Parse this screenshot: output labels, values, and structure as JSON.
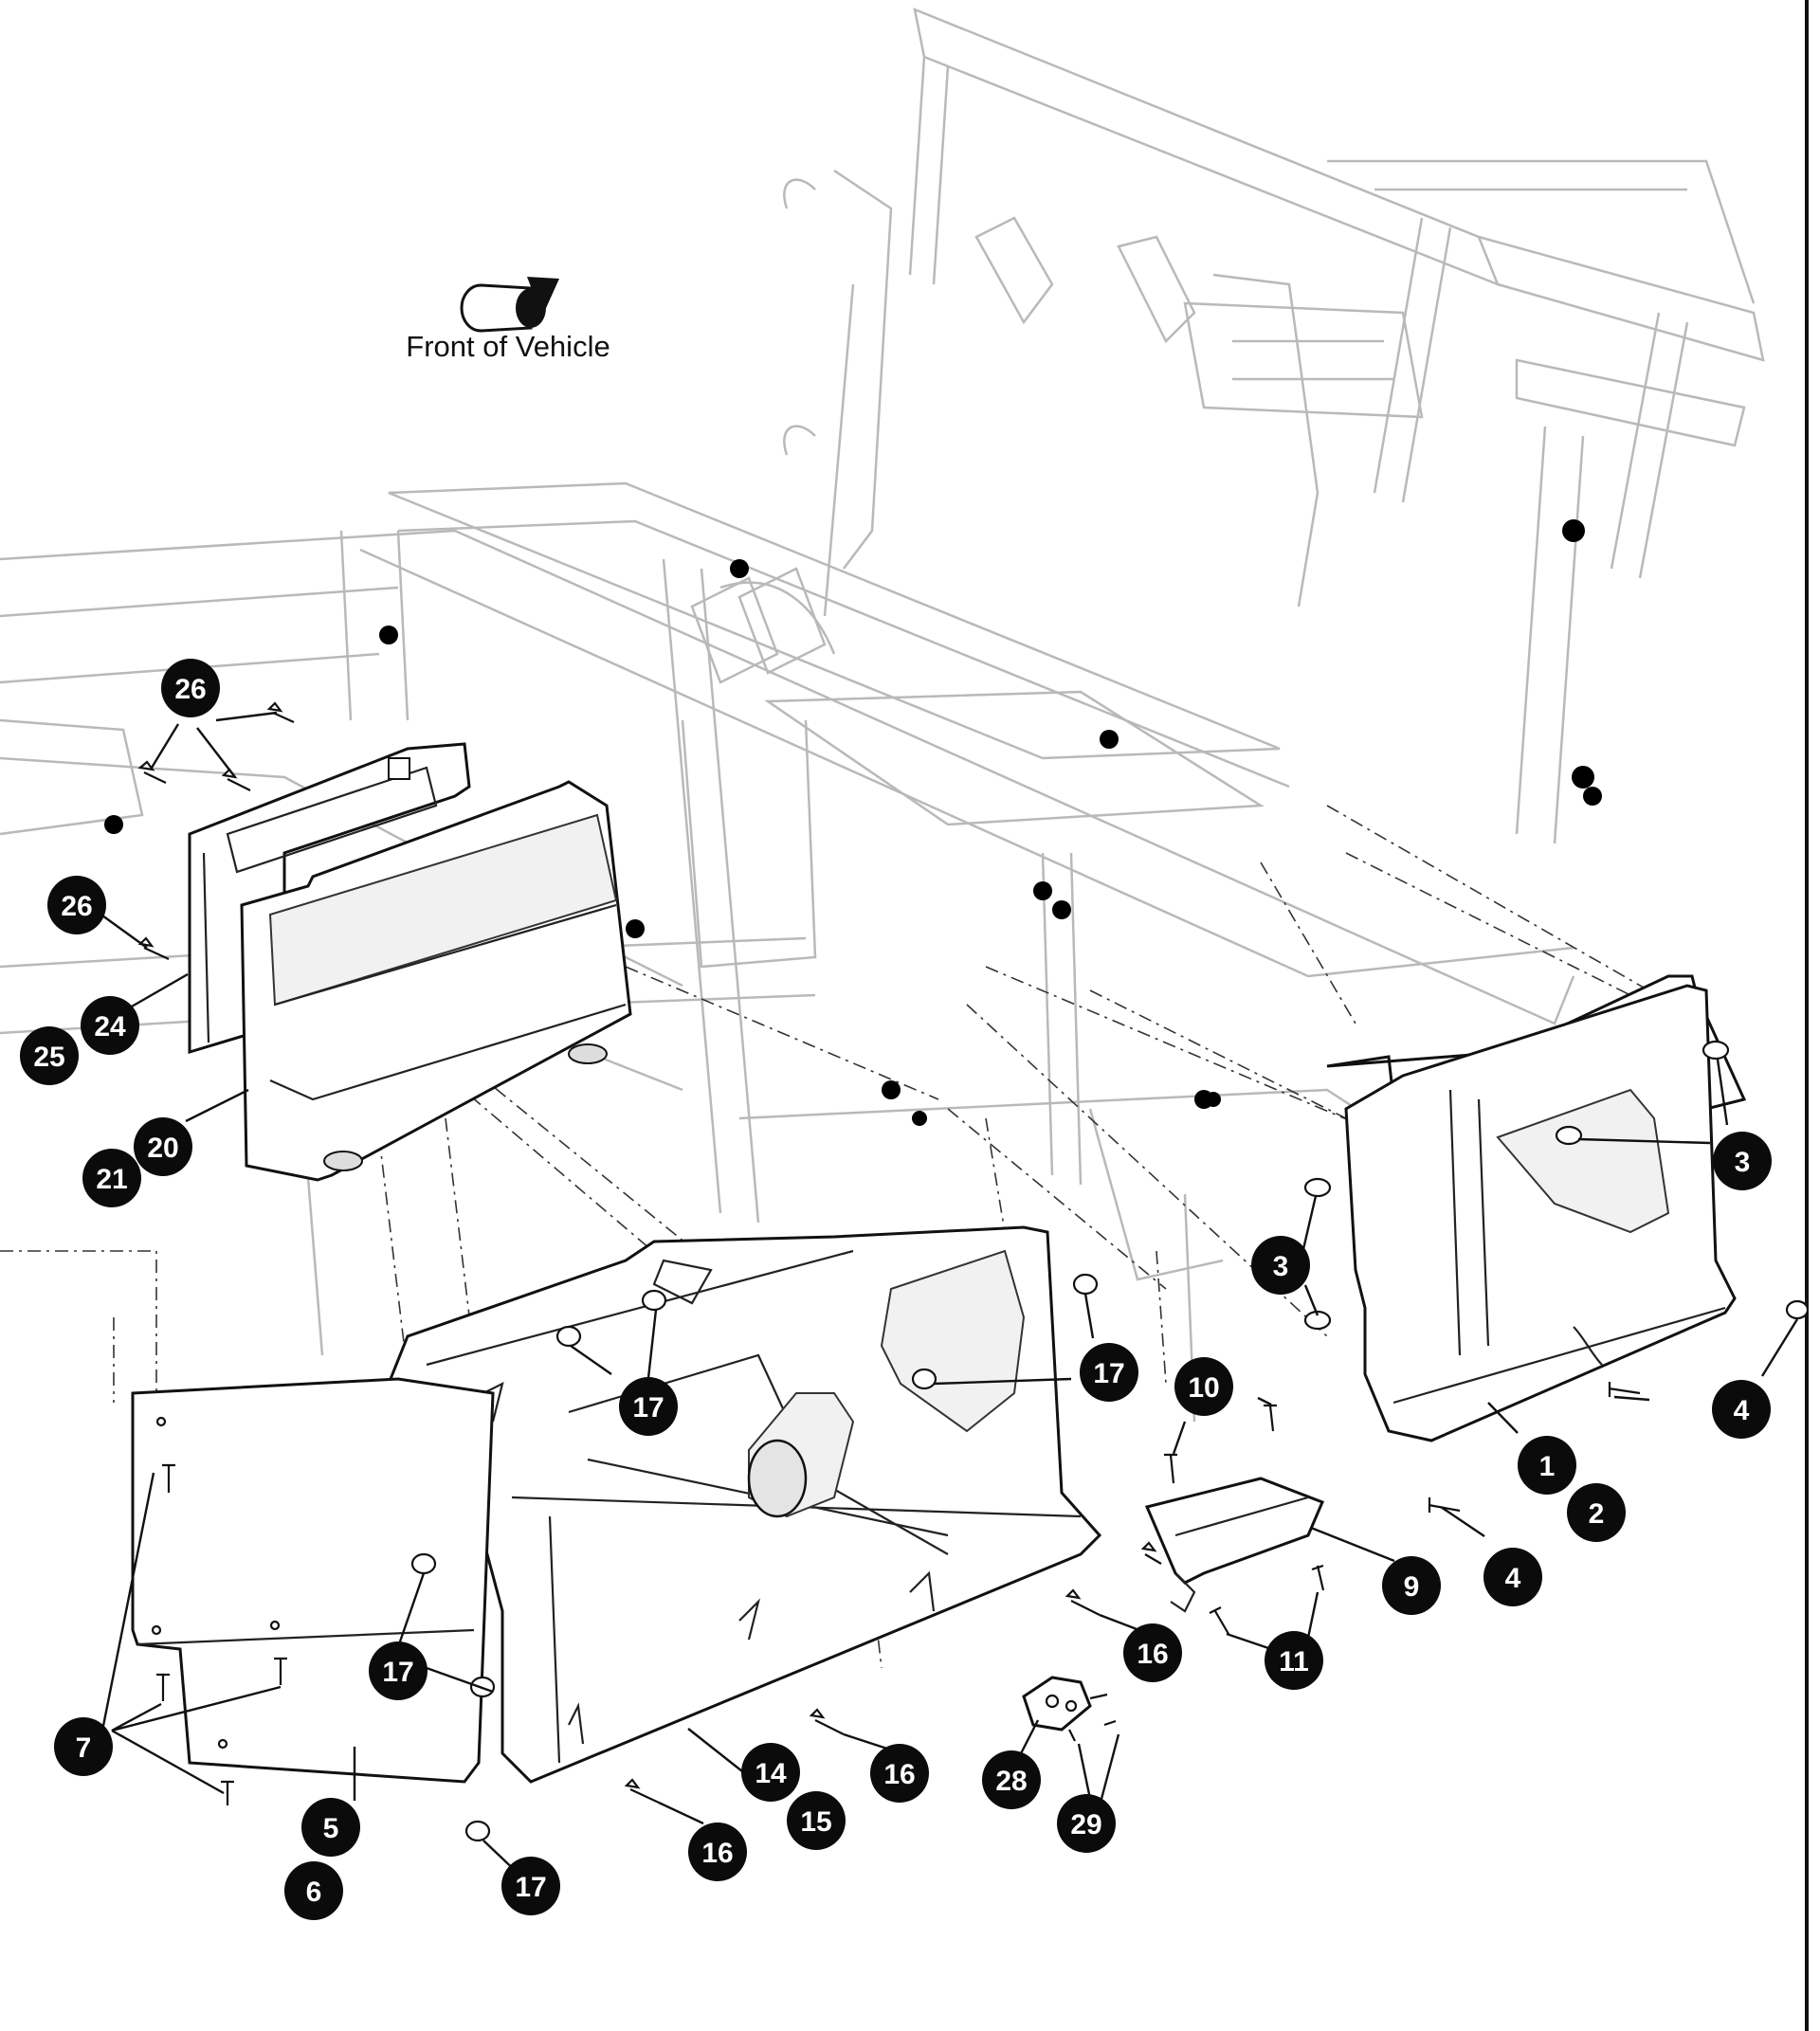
{
  "orientation": {
    "label": "Front of Vehicle",
    "icon": "front-arrow-icon"
  },
  "callouts": [
    {
      "id": "c1",
      "label": "1"
    },
    {
      "id": "c2",
      "label": "2"
    },
    {
      "id": "c3a",
      "label": "3"
    },
    {
      "id": "c3b",
      "label": "3"
    },
    {
      "id": "c4a",
      "label": "4"
    },
    {
      "id": "c4b",
      "label": "4"
    },
    {
      "id": "c5",
      "label": "5"
    },
    {
      "id": "c6",
      "label": "6"
    },
    {
      "id": "c7",
      "label": "7"
    },
    {
      "id": "c9",
      "label": "9"
    },
    {
      "id": "c10",
      "label": "10"
    },
    {
      "id": "c11",
      "label": "11"
    },
    {
      "id": "c14",
      "label": "14"
    },
    {
      "id": "c15",
      "label": "15"
    },
    {
      "id": "c16a",
      "label": "16"
    },
    {
      "id": "c16b",
      "label": "16"
    },
    {
      "id": "c16c",
      "label": "16"
    },
    {
      "id": "c17a",
      "label": "17"
    },
    {
      "id": "c17b",
      "label": "17"
    },
    {
      "id": "c17c",
      "label": "17"
    },
    {
      "id": "c17d",
      "label": "17"
    },
    {
      "id": "c20",
      "label": "20"
    },
    {
      "id": "c21",
      "label": "21"
    },
    {
      "id": "c24",
      "label": "24"
    },
    {
      "id": "c25",
      "label": "25"
    },
    {
      "id": "c26a",
      "label": "26"
    },
    {
      "id": "c26b",
      "label": "26"
    },
    {
      "id": "c28",
      "label": "28"
    },
    {
      "id": "c29",
      "label": "29"
    }
  ]
}
